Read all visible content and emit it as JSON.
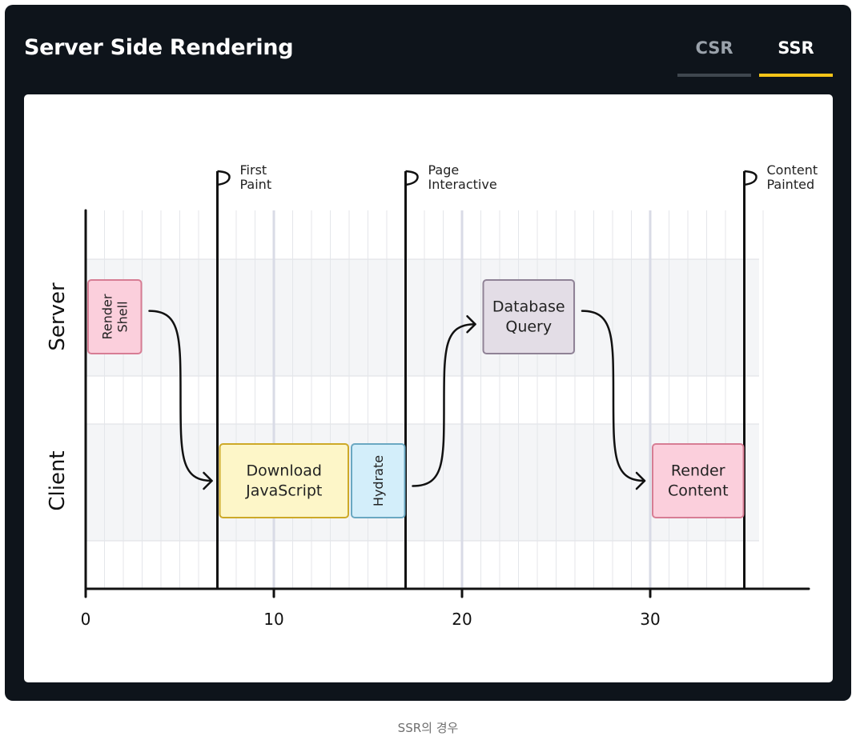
{
  "header": {
    "title": "Server Side Rendering",
    "tabs": [
      {
        "label": "CSR",
        "active": false
      },
      {
        "label": "SSR",
        "active": true
      }
    ]
  },
  "diagram": {
    "lanes": [
      "Server",
      "Client"
    ],
    "x_ticks": [
      "0",
      "10",
      "20",
      "30"
    ],
    "x_range": [
      0,
      36
    ],
    "milestones": [
      {
        "time": 7,
        "label_lines": [
          "First",
          "Paint"
        ]
      },
      {
        "time": 17,
        "label_lines": [
          "Page",
          "Interactive"
        ]
      },
      {
        "time": 35,
        "label_lines": [
          "Content",
          "Painted"
        ]
      }
    ],
    "tasks": [
      {
        "id": "render-shell",
        "lane": "Server",
        "start": 0,
        "end": 3,
        "label_lines": [
          "Render",
          "Shell"
        ],
        "vertical": true,
        "color": "#fbcfdc",
        "border": "#d77d94"
      },
      {
        "id": "download-javascript",
        "lane": "Client",
        "start": 7,
        "end": 14,
        "label_lines": [
          "Download",
          "JavaScript"
        ],
        "vertical": false,
        "color": "#fdf6c8",
        "border": "#cda928"
      },
      {
        "id": "hydrate",
        "lane": "Client",
        "start": 14,
        "end": 17,
        "label_lines": [
          "Hydrate"
        ],
        "vertical": true,
        "color": "#d3eefa",
        "border": "#6aa8c2"
      },
      {
        "id": "database-query",
        "lane": "Server",
        "start": 21,
        "end": 26,
        "label_lines": [
          "Database",
          "Query"
        ],
        "vertical": false,
        "color": "#e3dde6",
        "border": "#8f8296"
      },
      {
        "id": "render-content",
        "lane": "Client",
        "start": 30,
        "end": 35,
        "label_lines": [
          "Render",
          "Content"
        ],
        "vertical": false,
        "color": "#fbcfdc",
        "border": "#d77d94"
      }
    ],
    "arrows": [
      {
        "from": "render-shell",
        "to": "download-javascript"
      },
      {
        "from": "hydrate",
        "to": "database-query"
      },
      {
        "from": "database-query",
        "to": "render-content"
      }
    ]
  },
  "caption": "SSR의 경우"
}
